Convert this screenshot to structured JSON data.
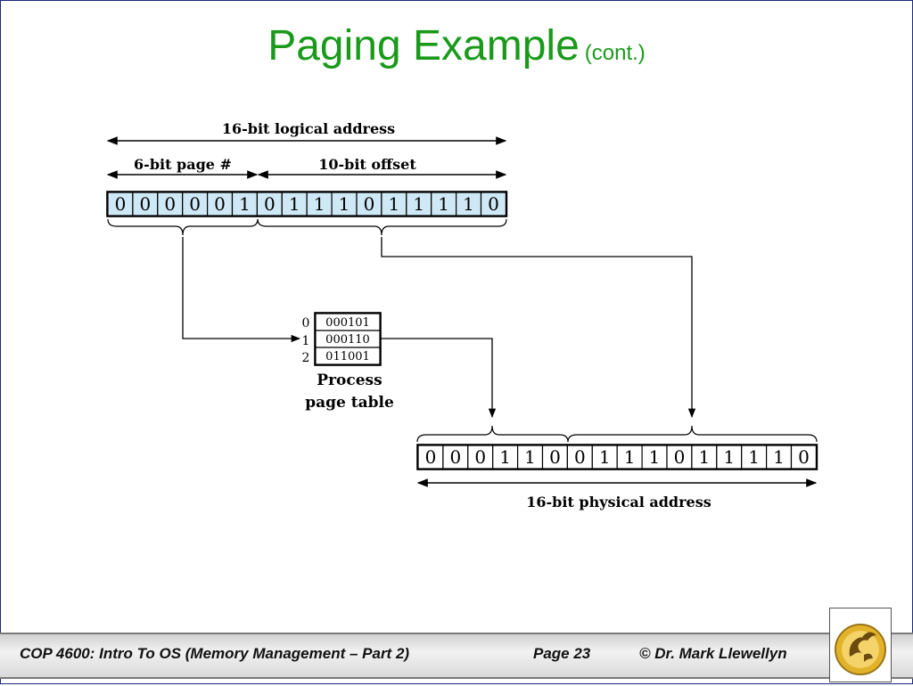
{
  "title": {
    "main": "Paging Example",
    "sub": "(cont.)"
  },
  "diagram": {
    "logical_address_label": "16-bit logical address",
    "page_label": "6-bit page #",
    "offset_label": "10-bit offset",
    "logical_bits": [
      "0",
      "0",
      "0",
      "0",
      "0",
      "1",
      "0",
      "1",
      "1",
      "1",
      "0",
      "1",
      "1",
      "1",
      "1",
      "0"
    ],
    "page_table": {
      "indices": [
        "0",
        "1",
        "2"
      ],
      "entries": [
        "000101",
        "000110",
        "011001"
      ],
      "caption_line1": "Process",
      "caption_line2": "page table"
    },
    "physical_bits": [
      "0",
      "0",
      "0",
      "1",
      "1",
      "0",
      "0",
      "1",
      "1",
      "1",
      "0",
      "1",
      "1",
      "1",
      "1",
      "0"
    ],
    "physical_address_label": "16-bit physical address"
  },
  "footer": {
    "course": "COP 4600: Intro To OS  (Memory Management – Part 2)",
    "page": "Page 23",
    "copyright": "© Dr. Mark Llewellyn"
  },
  "colors": {
    "title": "#1a9a1a",
    "bit_fill": "#cfe8f5",
    "line": "#000000"
  }
}
